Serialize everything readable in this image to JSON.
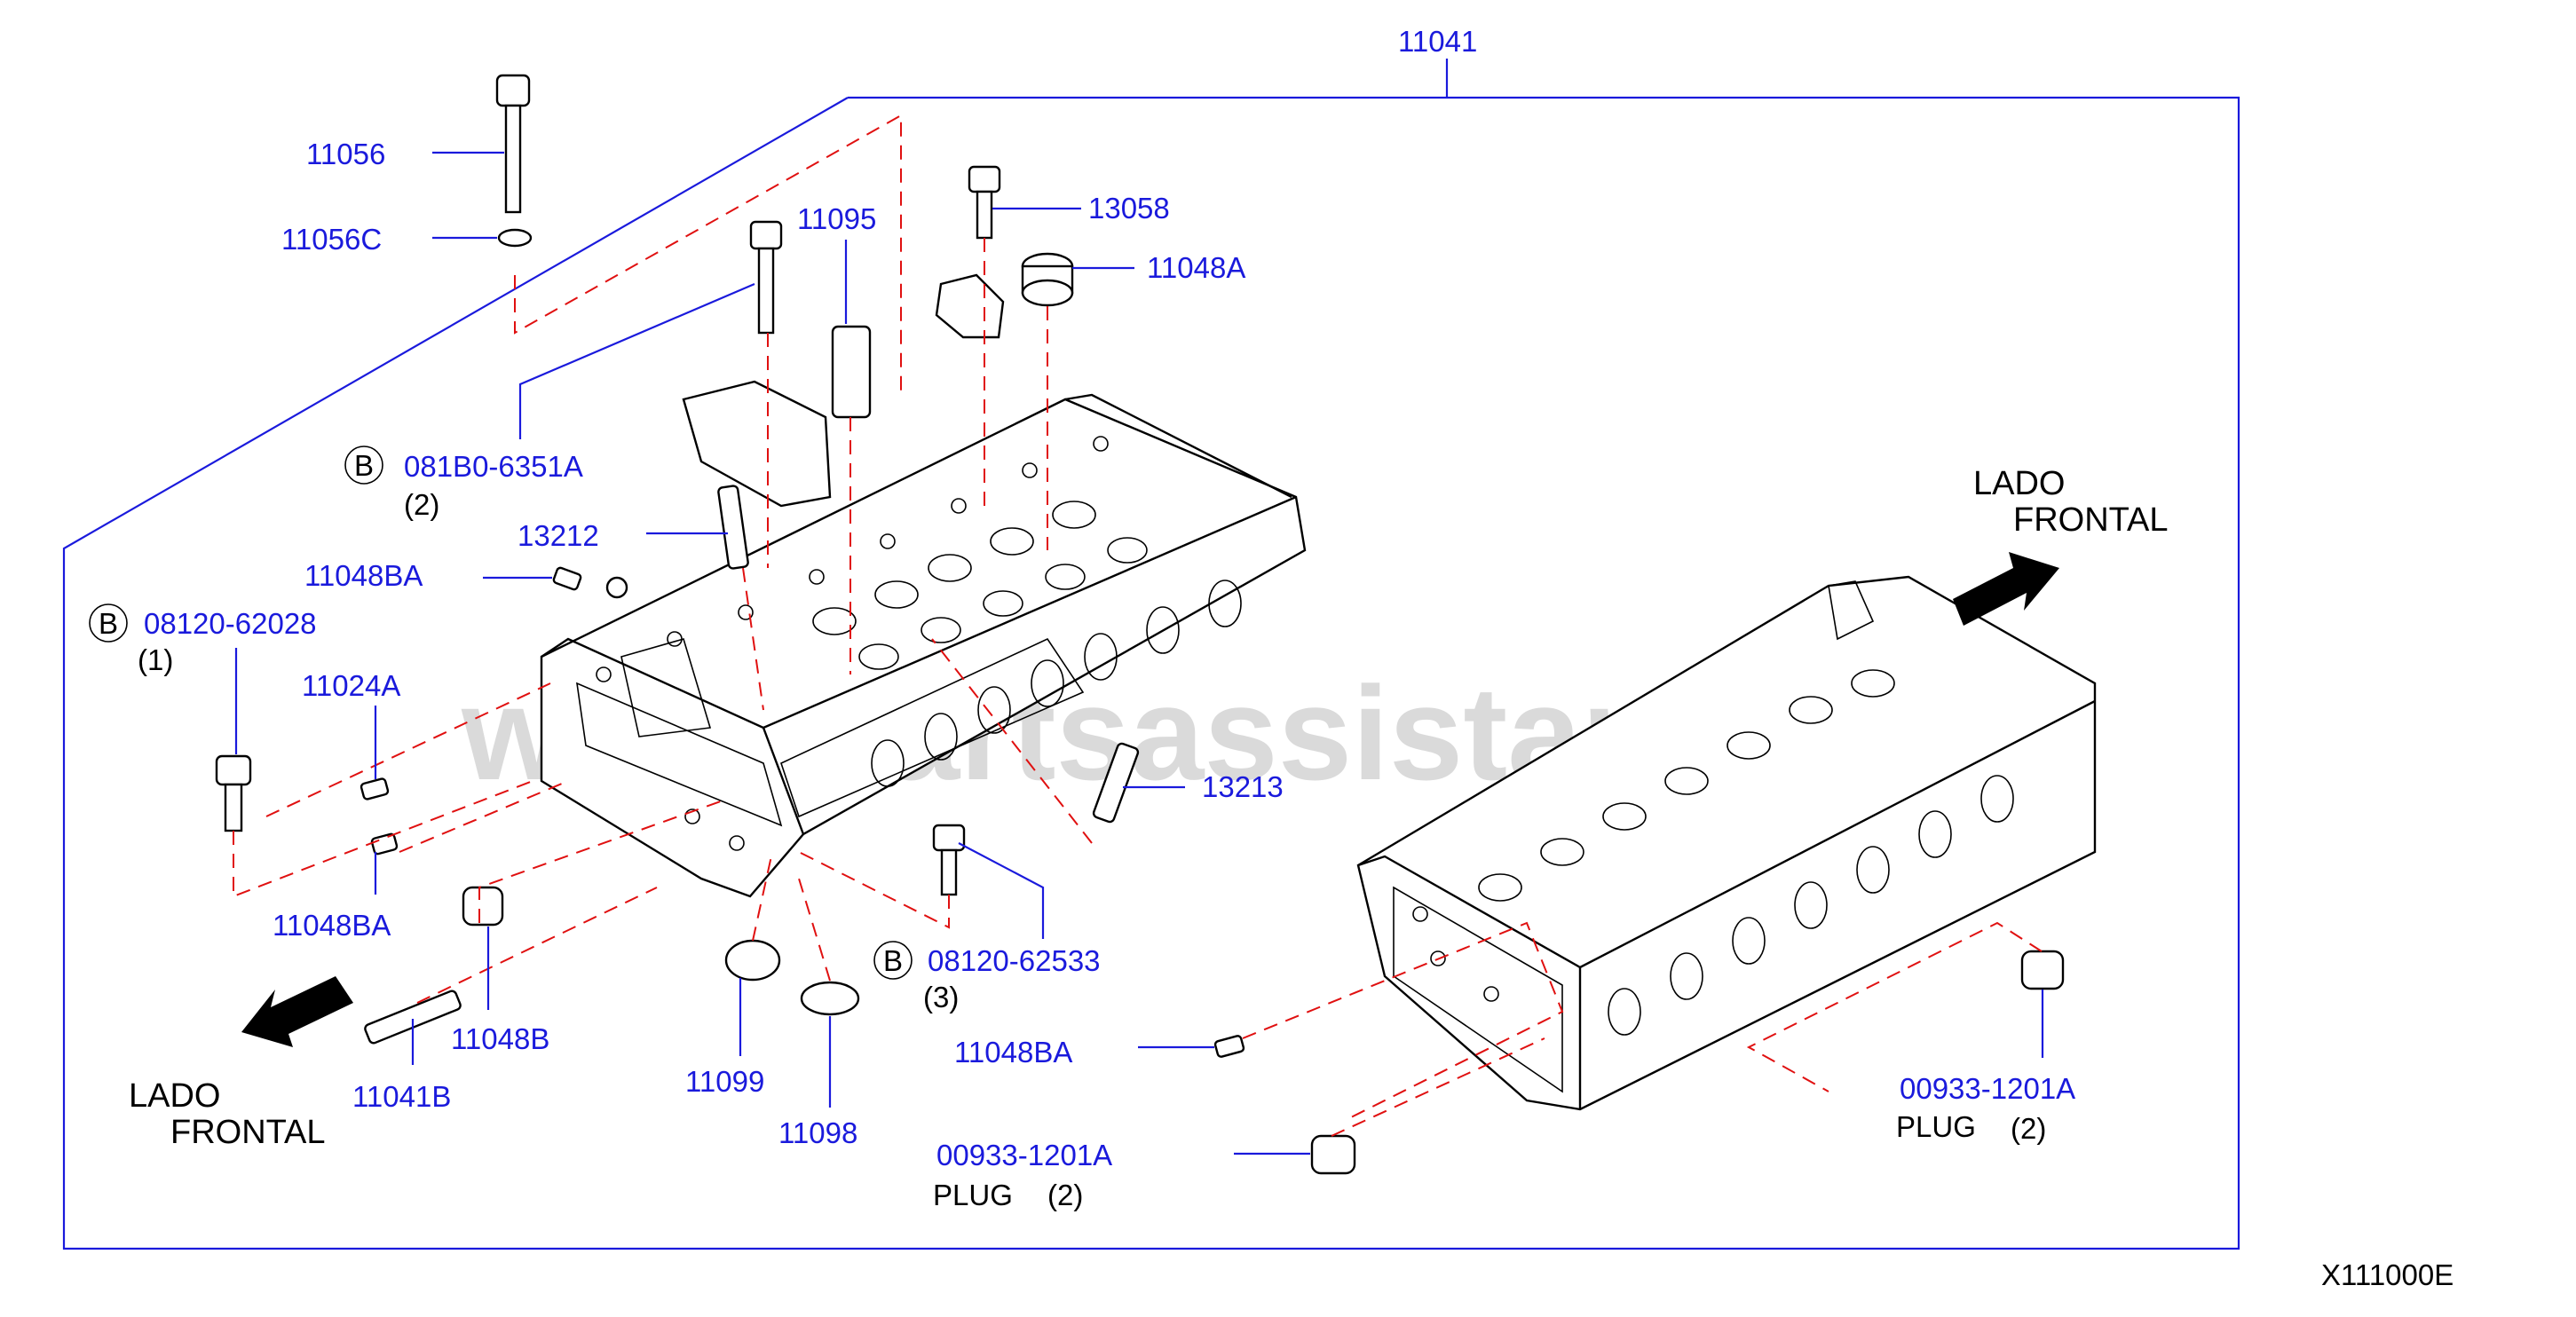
{
  "diagram_code": "X111000E",
  "assembly_part": "11041",
  "watermark": "www.partsassistant.com",
  "direction_labels": {
    "left": {
      "line1": "LADO",
      "line2": "FRONTAL"
    },
    "right": {
      "line1": "LADO",
      "line2": "FRONTAL"
    }
  },
  "callouts": {
    "p11056": "11056",
    "p11056c": "11056C",
    "p11095": "11095",
    "p13058": "13058",
    "p11048a": "11048A",
    "p081b0": "081B0-6351A",
    "p081b0_qty": "(2)",
    "p13212": "13212",
    "p11048ba_1": "11048BA",
    "p08120_62028": "08120-62028",
    "p08120_62028_qty": "(1)",
    "p11024a": "11024A",
    "p13213": "13213",
    "p11048ba_2": "11048BA",
    "p08120_62533": "08120-62533",
    "p08120_62533_qty": "(3)",
    "p11048b": "11048B",
    "p11041b": "11041B",
    "p11099": "11099",
    "p11098": "11098",
    "p11048ba_3": "11048BA",
    "p00933_a": "00933-1201A",
    "plug_a": "PLUG",
    "plug_a_qty": "(2)",
    "p00933_b": "00933-1201A",
    "plug_b": "PLUG",
    "plug_b_qty": "(2)",
    "bolt_marker": "B"
  }
}
